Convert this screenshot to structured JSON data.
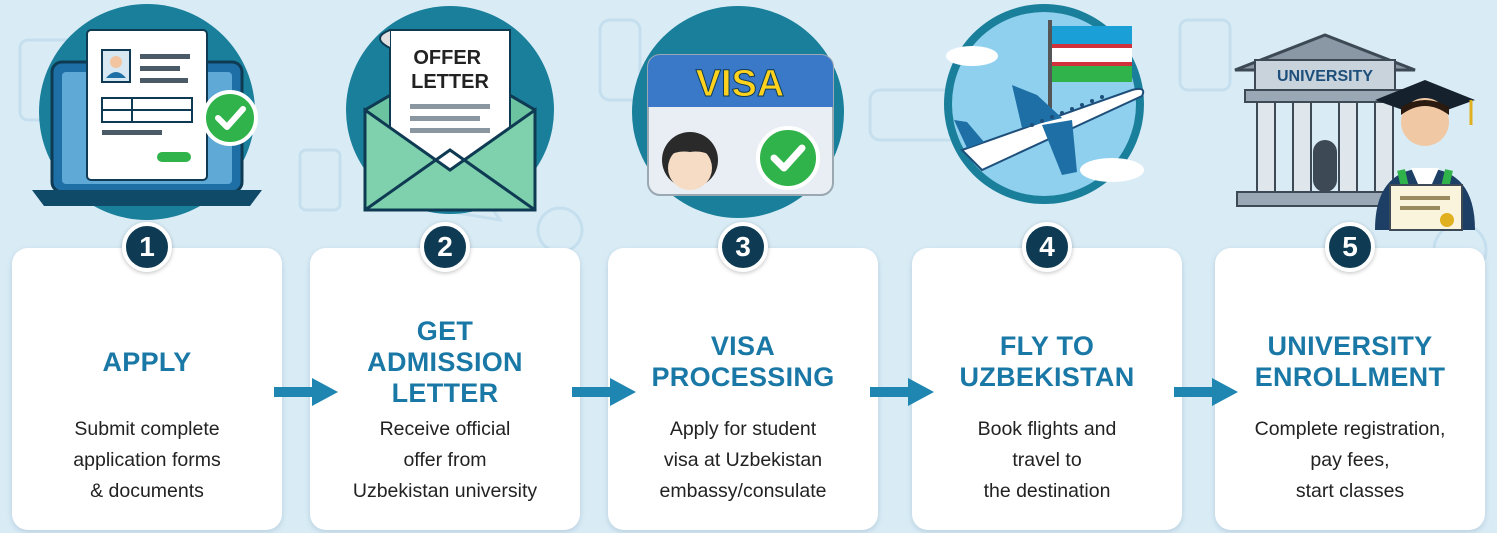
{
  "colors": {
    "background": "#d9ecf6",
    "title": "#1a78a6",
    "badge": "#0e3b53",
    "arrow": "#1f86b2",
    "check": "#2fb34a"
  },
  "steps": [
    {
      "number": "1",
      "title": "APPLY",
      "description": "Submit complete\napplication forms\n& documents",
      "icon": "laptop-application-form-icon"
    },
    {
      "number": "2",
      "title": "GET\nADMISSION\nLETTER",
      "description": "Receive official\noffer from\nUzbekistan university",
      "icon": "offer-letter-envelope-icon",
      "illustration_text": "OFFER\nLETTER"
    },
    {
      "number": "3",
      "title": "VISA\nPROCESSING",
      "description": "Apply for student\nvisa at Uzbekistan\nembassy/consulate",
      "icon": "visa-card-icon",
      "illustration_text": "VISA"
    },
    {
      "number": "4",
      "title": "FLY TO\nUZBEKISTAN",
      "description": "Book flights and\ntravel to\nthe destination",
      "icon": "airplane-flag-icon"
    },
    {
      "number": "5",
      "title": "UNIVERSITY\nENROLLMENT",
      "description": "Complete registration,\npay fees,\nstart classes",
      "icon": "university-graduate-icon",
      "illustration_text": "UNIVERSITY"
    }
  ]
}
